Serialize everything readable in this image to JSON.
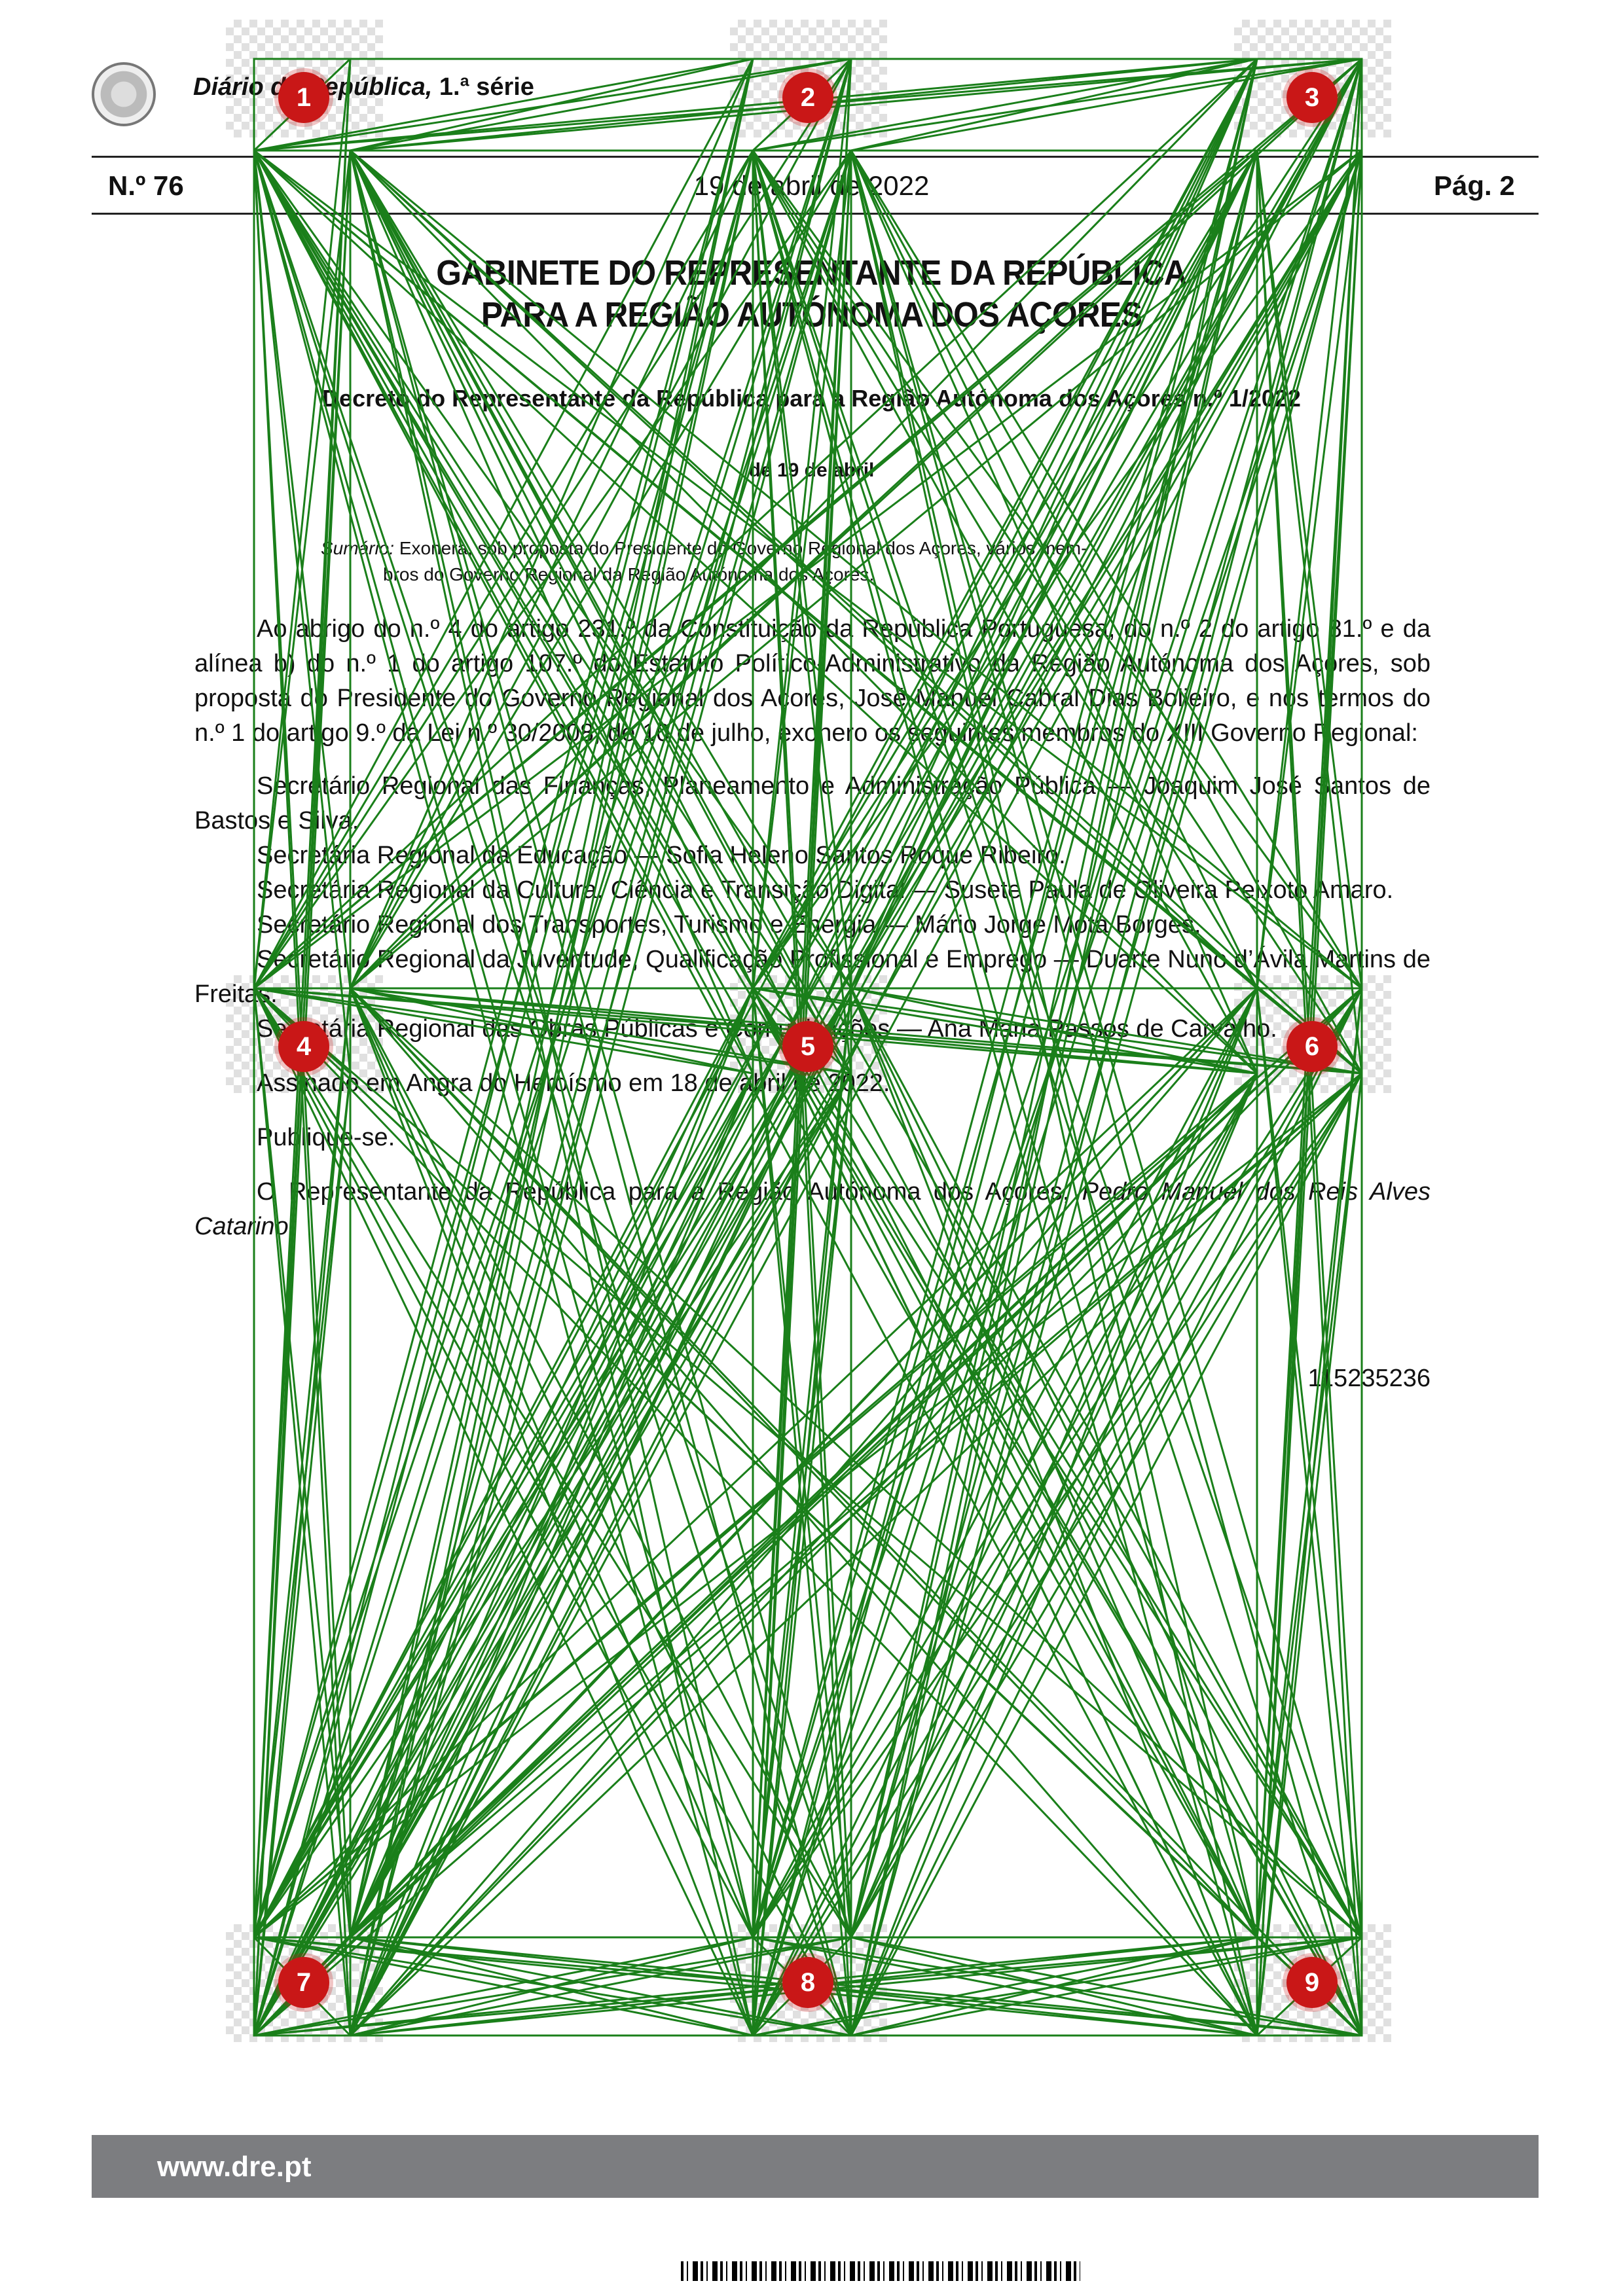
{
  "header": {
    "journal_title": "Diário da República,",
    "journal_series": "1.ª série",
    "issue_number": "N.º 76",
    "date": "19  de  abril  de  2022",
    "page": "Pág. 2"
  },
  "entity": {
    "line1": "GABINETE DO REPRESENTANTE DA REPÚBLICA",
    "line2": "PARA A REGIÃO AUTÓNOMA DOS AÇORES"
  },
  "decree": {
    "title": "Decreto do Representante da República para a Região Autónoma dos Açores n.º 1/2022",
    "date": "de 19 de abril",
    "summary_label": "Sumário:",
    "summary_text_1": "Exonera, sob proposta do Presidente do Governo Regional dos Açores, vários mem-",
    "summary_text_2": "bros do Governo Regional da Região Autónoma dos Açores."
  },
  "body": {
    "intro": "Ao abrigo do n.º 4 do artigo 231.º da Constituição da República Portuguesa, do n.º 2 do artigo 81.º e da alínea b) do n.º 1 do artigo 107.º do Estatuto Político-Administrativo da Região Autónoma dos Açores, sob proposta do Presidente do Governo Regional dos Açores, José Manuel Cabral Dias Bolieiro, e nos termos do n.º 1 do artigo 9.º da Lei n.º 30/2008, de 10 de julho, exonero os seguintes membros do XIII Governo Regional:",
    "members": [
      "Secretário Regional das Finanças, Planeamento e Administração Pública — Joaquim José Santos de Bastos e Silva.",
      "Secretária Regional da Educação — Sofia Heleno Santos Roque Ribeiro.",
      "Secretária Regional da Cultura, Ciência e Transição Digital — Susete Paula de Oliveira Peixoto Amaro.",
      "Secretário Regional dos Transportes, Turismo e Energia — Mário Jorge Mota Borges.",
      "Secretário Regional da Juventude, Qualificação Profissional e Emprego — Duarte Nuno d’Ávila Martins de Freitas.",
      "Secretária Regional das Obras Públicas e Comunicações — Ana Maria Passos de Carvalho."
    ],
    "signed": "Assinado em Angra do Heroísmo em 18 de abril de 2022.",
    "publish": "Publique-se.",
    "signatory_role": "O Representante da República para a Região Autónoma dos Açores,",
    "signatory_name": "Pedro Manuel dos Reis Alves Catarino.",
    "reference": "115235236"
  },
  "markers": [
    "1",
    "2",
    "3",
    "4",
    "5",
    "6",
    "7",
    "8",
    "9"
  ],
  "footer": {
    "site": "www.dre.pt"
  },
  "colors": {
    "overlay_lines": "#1a7f1a",
    "marker": "#c91717",
    "footer_bar": "#7c7d80"
  }
}
